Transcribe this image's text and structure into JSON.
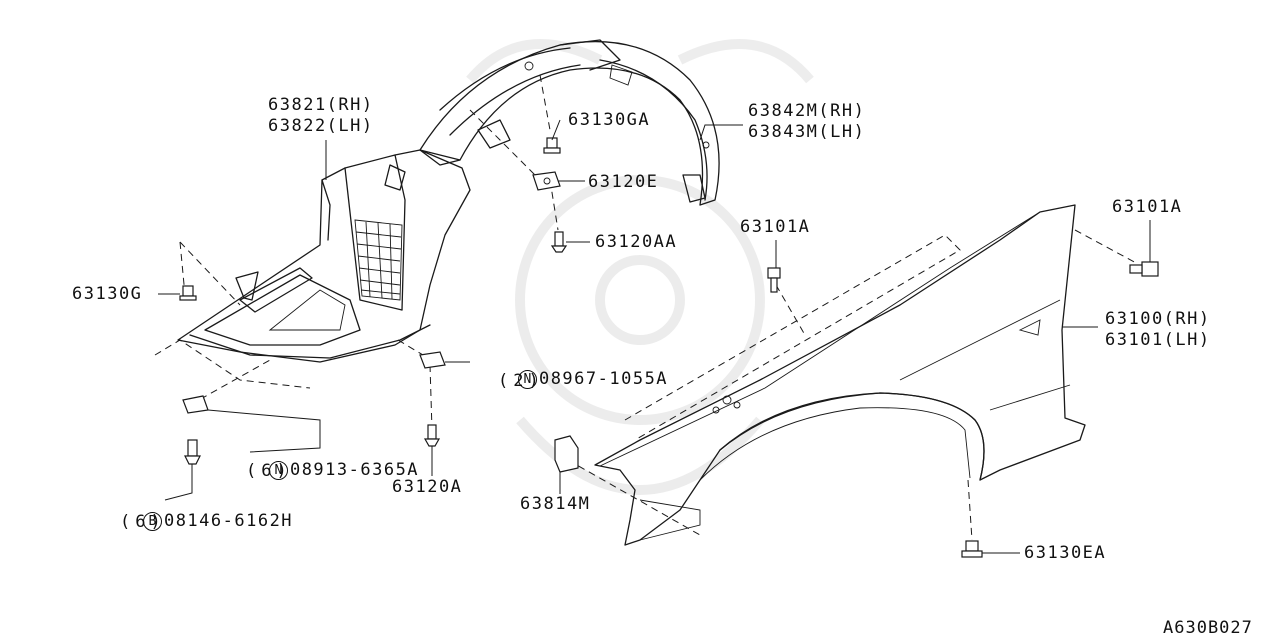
{
  "diagram_code": "A630B027",
  "callouts": {
    "c63821": "63821(RH)",
    "c63822": "63822(LH)",
    "c63842m": "63842M(RH)",
    "c63843m": "63843M(LH)",
    "c63130ga": "63130GA",
    "c63120e": "63120E",
    "c63120aa": "63120AA",
    "c63101a_mid": "63101A",
    "c63101a_right": "63101A",
    "c63100": "63100(RH)",
    "c63101": "63101(LH)",
    "c63130g": "63130G",
    "c08967_prefix": "N",
    "c08967": "08967-1055A",
    "c08967_qty": "(2)",
    "c08913_prefix": "N",
    "c08913": "08913-6365A",
    "c08913_qty": "(6)",
    "c08146_prefix": "B",
    "c08146": "08146-6162H",
    "c08146_qty": "(6)",
    "c63120a": "63120A",
    "c63814m": "63814M",
    "c63130ea": "63130EA"
  }
}
